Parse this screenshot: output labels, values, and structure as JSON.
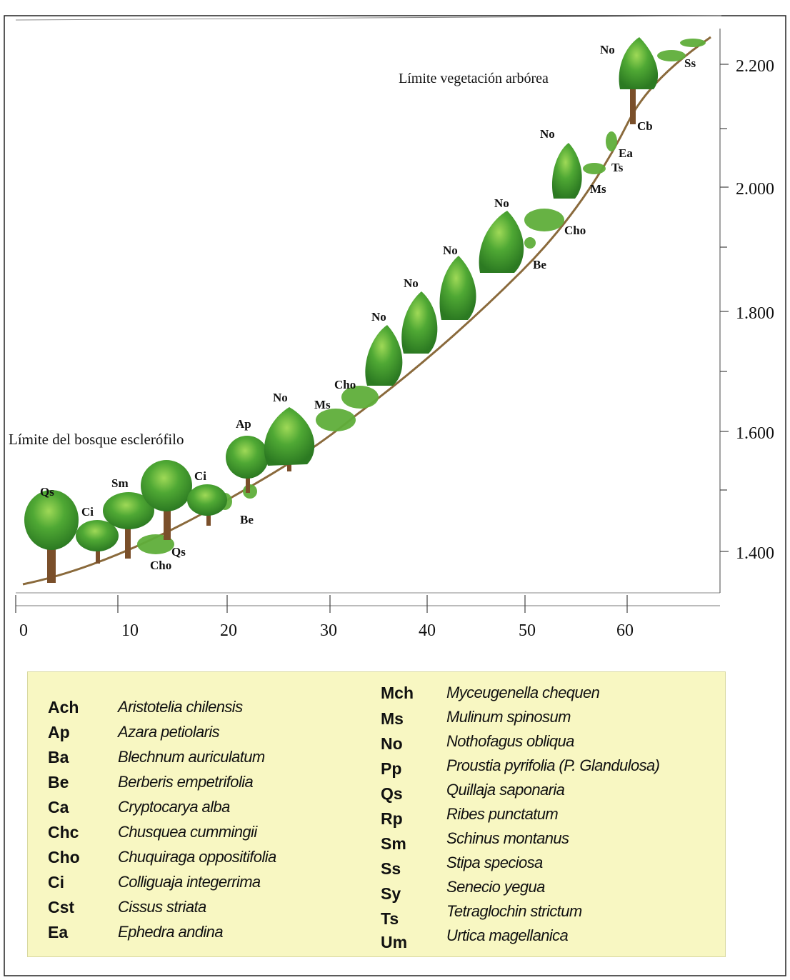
{
  "colors": {
    "tree_canopy": "#3d9a2c",
    "tree_highlight": "#8fcf4a",
    "trunk": "#7a4f2a",
    "slope": "#8a6a3c",
    "legend_bg": "#f8f7c2"
  },
  "annotations": {
    "lower_limit": "Límite del bosque esclerófilo",
    "upper_limit": "Límite vegetación arbórea"
  },
  "y_axis": {
    "ticks": [
      "2.200",
      "2.000",
      "1.800",
      "1.600",
      "1.400"
    ]
  },
  "x_axis": {
    "ticks": [
      "0",
      "10",
      "20",
      "30",
      "40",
      "50",
      "60"
    ]
  },
  "plant_labels": [
    "Qs",
    "Ci",
    "Sm",
    "Cho",
    "Qs",
    "Ci",
    "Be",
    "Ap",
    "No",
    "Ms",
    "Cho",
    "No",
    "No",
    "No",
    "No",
    "Be",
    "Cho",
    "No",
    "Ms",
    "Ts",
    "Ea",
    "Cb",
    "No",
    "Ss"
  ],
  "legend": {
    "left": [
      {
        "code": "Ach",
        "name": "Aristotelia chilensis"
      },
      {
        "code": "Ap",
        "name": "Azara petiolaris"
      },
      {
        "code": "Ba",
        "name": "Blechnum auriculatum"
      },
      {
        "code": "Be",
        "name": "Berberis empetrifolia"
      },
      {
        "code": "Ca",
        "name": "Cryptocarya alba"
      },
      {
        "code": "Chc",
        "name": "Chusquea cummingii"
      },
      {
        "code": "Cho",
        "name": "Chuquiraga oppositifolia"
      },
      {
        "code": "Ci",
        "name": "Colliguaja integerrima"
      },
      {
        "code": "Cst",
        "name": "Cissus striata"
      },
      {
        "code": "Ea",
        "name": "Ephedra andina"
      }
    ],
    "right": [
      {
        "code": "Mch",
        "name": "Myceugenella chequen"
      },
      {
        "code": "Ms",
        "name": "Mulinum spinosum"
      },
      {
        "code": "No",
        "name": "Nothofagus obliqua"
      },
      {
        "code": "Pp",
        "name": "Proustia pyrifolia (P. Glandulosa)"
      },
      {
        "code": "Qs",
        "name": "Quillaja saponaria"
      },
      {
        "code": "Rp",
        "name": "Ribes punctatum"
      },
      {
        "code": "Sm",
        "name": "Schinus montanus"
      },
      {
        "code": "Ss",
        "name": "Stipa speciosa"
      },
      {
        "code": "Sy",
        "name": "Senecio yegua"
      },
      {
        "code": "Ts",
        "name": "Tetraglochin strictum"
      },
      {
        "code": "Um",
        "name": "Urtica magellanica"
      }
    ]
  }
}
